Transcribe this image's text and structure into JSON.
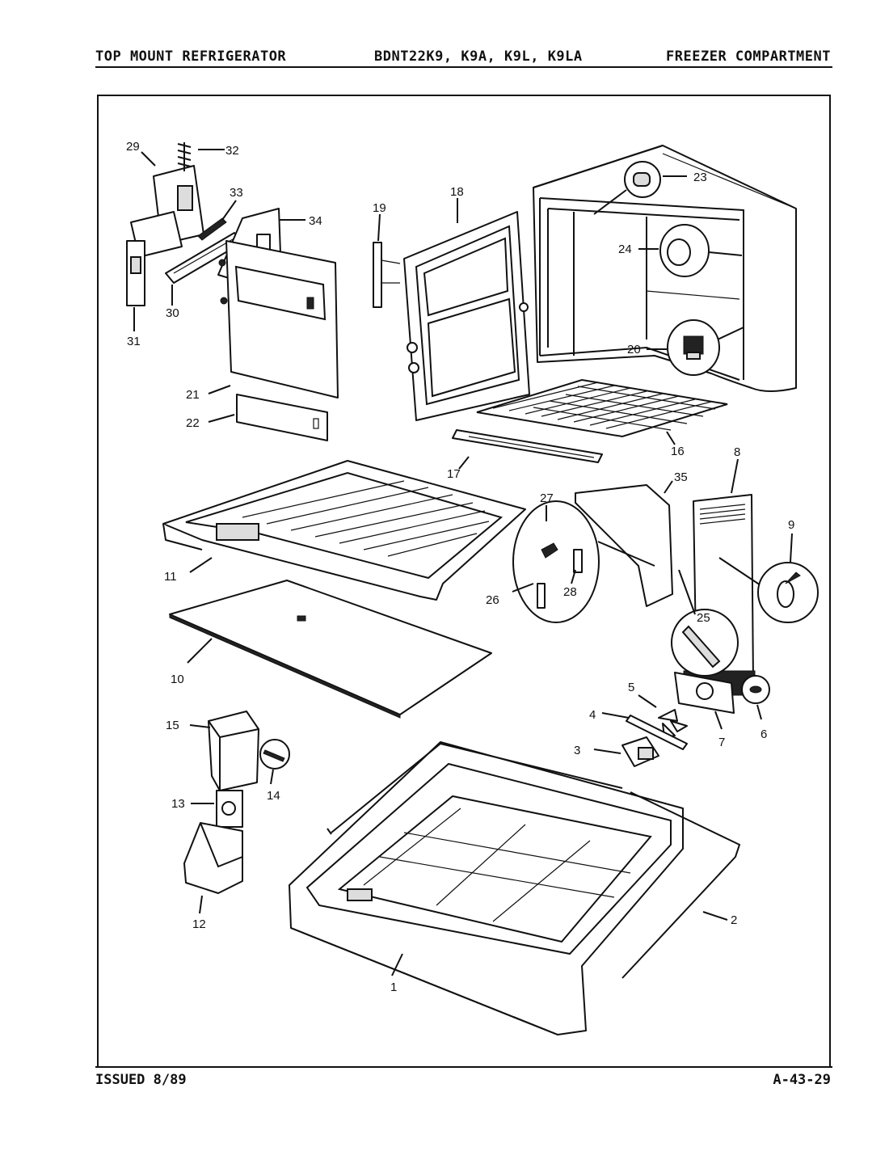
{
  "header": {
    "left": "TOP MOUNT REFRIGERATOR",
    "center": "BDNT22K9, K9A, K9L, K9LA",
    "right": "FREEZER COMPARTMENT"
  },
  "footer": {
    "issued": "ISSUED 8/89",
    "page_code": "A-43-29"
  },
  "callouts": {
    "c1": "1",
    "c2": "2",
    "c3": "3",
    "c4": "4",
    "c5": "5",
    "c6": "6",
    "c7": "7",
    "c8": "8",
    "c9": "9",
    "c10": "10",
    "c11": "11",
    "c12": "12",
    "c13": "13",
    "c14": "14",
    "c15": "15",
    "c16": "16",
    "c17": "17",
    "c18": "18",
    "c19": "19",
    "c20": "20",
    "c21": "21",
    "c22": "22",
    "c23": "23",
    "c24": "24",
    "c25": "25",
    "c26": "26",
    "c27": "27",
    "c28": "28",
    "c29": "29",
    "c30": "30",
    "c31": "31",
    "c32": "32",
    "c33": "33",
    "c34": "34",
    "c35": "35"
  }
}
